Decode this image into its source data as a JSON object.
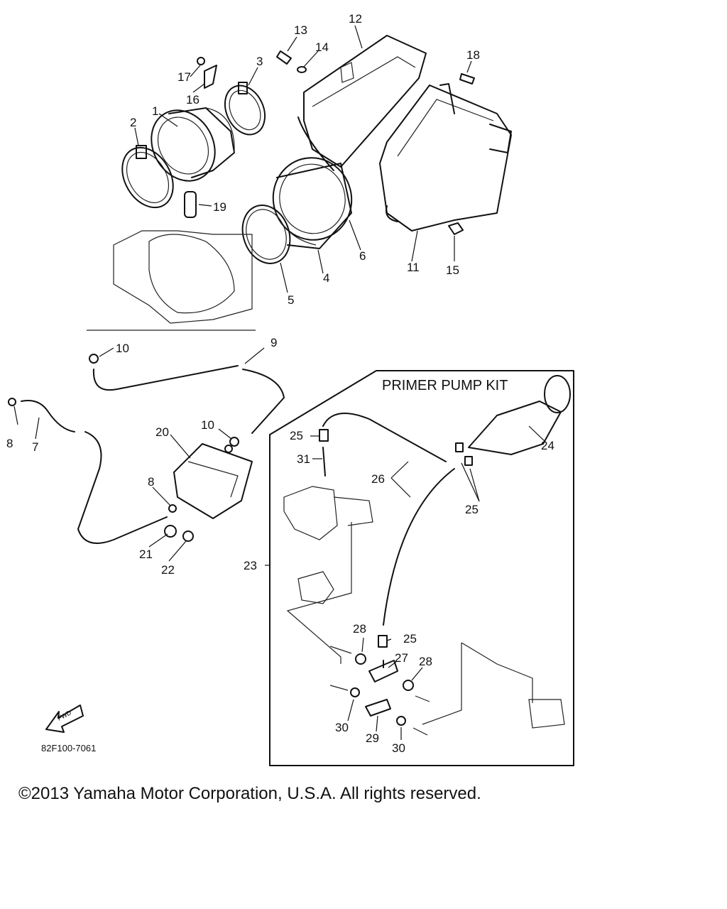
{
  "diagram": {
    "kit_label": "PRIMER PUMP KIT",
    "figure_code": "82F100-7061",
    "fwd_label": "FWD",
    "callouts": [
      "1",
      "2",
      "3",
      "4",
      "5",
      "6",
      "8",
      "7",
      "9",
      "10",
      "10",
      "11",
      "12",
      "13",
      "14",
      "15",
      "16",
      "17",
      "18",
      "19",
      "20",
      "8",
      "21",
      "22",
      "23",
      "24",
      "25",
      "25",
      "25",
      "26",
      "27",
      "28",
      "28",
      "29",
      "30",
      "30",
      "31"
    ]
  },
  "footer": {
    "copyright": "©2013 Yamaha Motor Corporation, U.S.A. All rights reserved."
  }
}
